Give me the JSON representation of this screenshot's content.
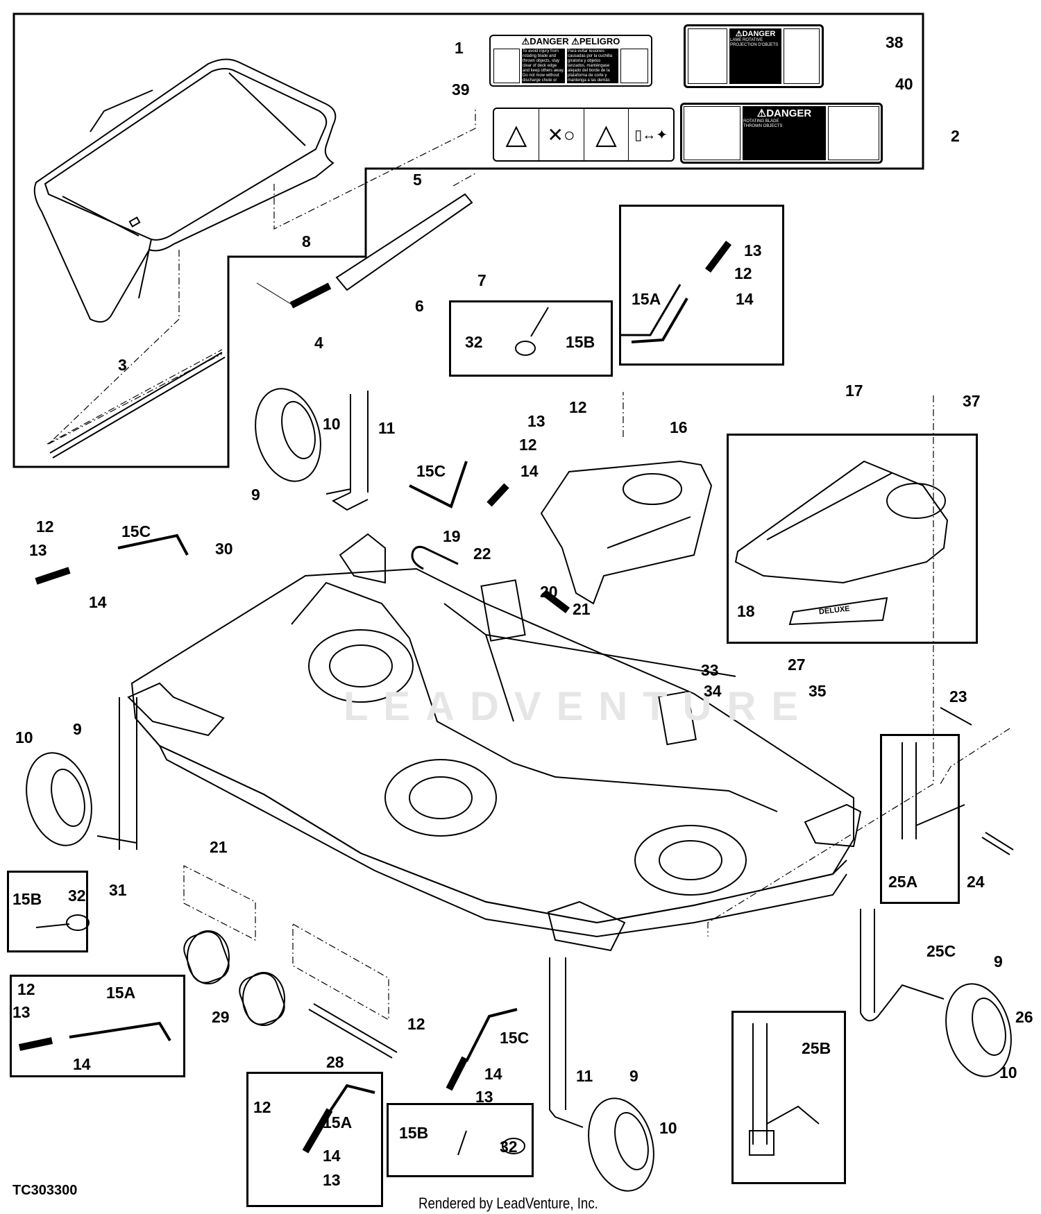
{
  "document": {
    "drawing_id": "TC303300",
    "credit": "Rendered by LeadVenture, Inc.",
    "watermark": "LEADVENTURE"
  },
  "decals": {
    "d1": {
      "heading_en": "⚠DANGER",
      "heading_es": "⚠PELIGRO",
      "text_en": "To avoid injury from rotating blade and thrown objects, stay clear of deck edge and keep others away. Do not mow without discharge chute or entire grass catcher in place.",
      "text_es": "Para evitar lesiones causadas por la cuchilla giratoria y objetos lanzados, manténgase alejado del borde de la plataforma de corte y mantenga a las demás personas alejadas."
    },
    "d38": {
      "heading": "⚠DANGER",
      "subheads": [
        "LAME ROTATIVE",
        "PROJECTION D'OBJETS"
      ]
    },
    "d40": {
      "heading": "⚠DANGER",
      "subheads": [
        "ROTATING BLADE",
        "THROWN OBJECTS"
      ]
    },
    "d39": {
      "pictograms": [
        "warning-hand-blade",
        "no-hands-rotating",
        "warning-thrown-objects",
        "keep-distance"
      ]
    },
    "d18": {
      "text": "DELUXE"
    }
  },
  "callouts": [
    {
      "id": "1"
    },
    {
      "id": "2"
    },
    {
      "id": "3"
    },
    {
      "id": "4"
    },
    {
      "id": "5"
    },
    {
      "id": "6"
    },
    {
      "id": "7"
    },
    {
      "id": "8"
    },
    {
      "id": "9"
    },
    {
      "id": "10"
    },
    {
      "id": "11"
    },
    {
      "id": "12"
    },
    {
      "id": "13"
    },
    {
      "id": "14"
    },
    {
      "id": "15A"
    },
    {
      "id": "15B"
    },
    {
      "id": "15C"
    },
    {
      "id": "16"
    },
    {
      "id": "17"
    },
    {
      "id": "18"
    },
    {
      "id": "19"
    },
    {
      "id": "20"
    },
    {
      "id": "21"
    },
    {
      "id": "22"
    },
    {
      "id": "23"
    },
    {
      "id": "24"
    },
    {
      "id": "25A"
    },
    {
      "id": "25B"
    },
    {
      "id": "25C"
    },
    {
      "id": "26"
    },
    {
      "id": "27"
    },
    {
      "id": "28"
    },
    {
      "id": "29"
    },
    {
      "id": "30"
    },
    {
      "id": "31"
    },
    {
      "id": "32"
    },
    {
      "id": "33"
    },
    {
      "id": "34"
    },
    {
      "id": "35"
    },
    {
      "id": "37"
    },
    {
      "id": "38"
    },
    {
      "id": "39"
    },
    {
      "id": "40"
    }
  ],
  "labels": {
    "top_1": "1",
    "top_2": "2",
    "top_3": "3",
    "top_4": "4",
    "top_5": "5",
    "top_6": "6",
    "top_7": "7",
    "top_8": "8",
    "top_38": "38",
    "top_39": "39",
    "top_40": "40",
    "inset_a_32": "32",
    "inset_a_15B": "15B",
    "inset_b_13": "13",
    "inset_b_12": "12",
    "inset_b_14": "14",
    "inset_b_15A": "15A",
    "w1_9": "9",
    "w1_10": "10",
    "w1_11": "11",
    "c1_13": "13",
    "c1_12": "12",
    "c1_14": "14",
    "c1_15C": "15C",
    "l1_12": "12",
    "l1_15C": "15C",
    "l1_13": "13",
    "l1_14": "14",
    "p12": "12",
    "p16": "16",
    "p17": "17",
    "p37": "37",
    "p18": "18",
    "p30": "30",
    "p19": "19",
    "p22": "22",
    "p20": "20",
    "p21": "21",
    "p33": "33",
    "p27": "27",
    "p34": "34",
    "p35": "35",
    "p23": "23",
    "lw_10": "10",
    "lw_9": "9",
    "lw_31": "31",
    "r_25A": "25A",
    "r_24": "24",
    "in_c_15B": "15B",
    "in_c_32": "32",
    "p21b": "21",
    "p29": "29",
    "p28": "28",
    "in_d_12": "12",
    "in_d_15A": "15A",
    "in_d_13": "13",
    "in_d_14": "14",
    "m_12": "12",
    "m_15C": "15C",
    "m_14": "14",
    "m_13": "13",
    "in_e_12": "12",
    "in_e_15A": "15A",
    "in_e_14": "14",
    "in_e_13": "13",
    "in_f_15B": "15B",
    "in_f_32": "32",
    "fw_11": "11",
    "fw_9": "9",
    "fw_10": "10",
    "in_g_25B": "25B",
    "rw_25C": "25C",
    "rw_9": "9",
    "rw_26": "26",
    "rw_10": "10"
  }
}
